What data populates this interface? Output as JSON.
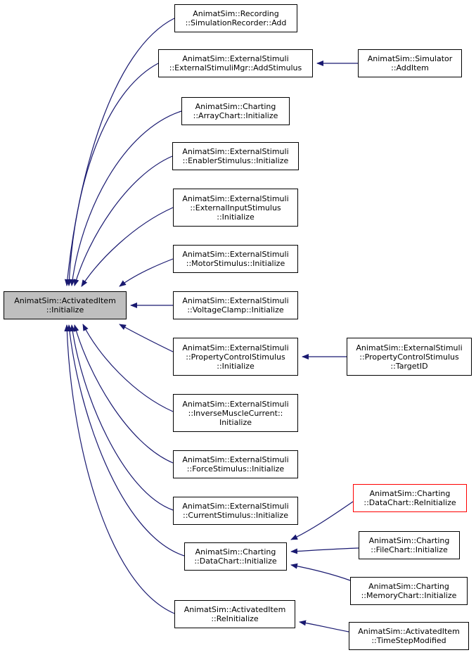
{
  "colors": {
    "edge": "#191970",
    "border": "#000000",
    "root_fill": "#bfbfbf",
    "highlight_border": "#ff0000"
  },
  "nodes": {
    "root": {
      "lines": [
        "AnimatSim::ActivatedItem",
        "::Initialize"
      ]
    },
    "n1": {
      "lines": [
        "AnimatSim::Recording",
        "::SimulationRecorder::Add"
      ]
    },
    "n2": {
      "lines": [
        "AnimatSim::ExternalStimuli",
        "::ExternalStimuliMgr::AddStimulus"
      ]
    },
    "n2a": {
      "lines": [
        "AnimatSim::Simulator",
        "::AddItem"
      ]
    },
    "n3": {
      "lines": [
        "AnimatSim::Charting",
        "::ArrayChart::Initialize"
      ]
    },
    "n4": {
      "lines": [
        "AnimatSim::ExternalStimuli",
        "::EnablerStimulus::Initialize"
      ]
    },
    "n5": {
      "lines": [
        "AnimatSim::ExternalStimuli",
        "::ExternalInputStimulus",
        "::Initialize"
      ]
    },
    "n6": {
      "lines": [
        "AnimatSim::ExternalStimuli",
        "::MotorStimulus::Initialize"
      ]
    },
    "n7": {
      "lines": [
        "AnimatSim::ExternalStimuli",
        "::VoltageClamp::Initialize"
      ]
    },
    "n8": {
      "lines": [
        "AnimatSim::ExternalStimuli",
        "::PropertyControlStimulus",
        "::Initialize"
      ]
    },
    "n8a": {
      "lines": [
        "AnimatSim::ExternalStimuli",
        "::PropertyControlStimulus",
        "::TargetID"
      ]
    },
    "n9": {
      "lines": [
        "AnimatSim::ExternalStimuli",
        "::InverseMuscleCurrent::",
        "Initialize"
      ]
    },
    "n10": {
      "lines": [
        "AnimatSim::ExternalStimuli",
        "::ForceStimulus::Initialize"
      ]
    },
    "n11": {
      "lines": [
        "AnimatSim::ExternalStimuli",
        "::CurrentStimulus::Initialize"
      ]
    },
    "n12": {
      "lines": [
        "AnimatSim::Charting",
        "::DataChart::Initialize"
      ]
    },
    "n12a": {
      "lines": [
        "AnimatSim::Charting",
        "::DataChart::ReInitialize"
      ]
    },
    "n12b": {
      "lines": [
        "AnimatSim::Charting",
        "::FileChart::Initialize"
      ]
    },
    "n12c": {
      "lines": [
        "AnimatSim::Charting",
        "::MemoryChart::Initialize"
      ]
    },
    "n13": {
      "lines": [
        "AnimatSim::ActivatedItem",
        "::ReInitialize"
      ]
    },
    "n13a": {
      "lines": [
        "AnimatSim::ActivatedItem",
        "::TimeStepModified"
      ]
    }
  }
}
